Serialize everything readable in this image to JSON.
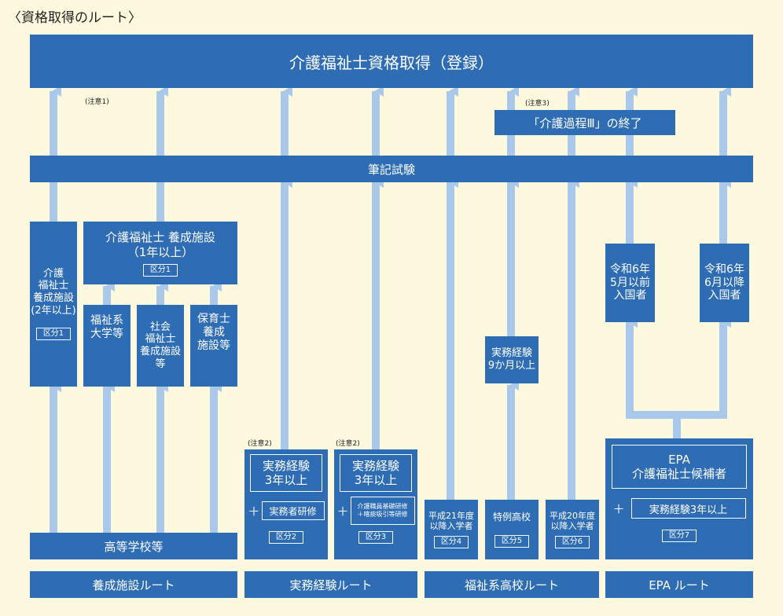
{
  "title": "〈資格取得のルート〉",
  "top_box": "介護福祉士資格取得（登録）",
  "exam": "筆記試験",
  "course3": "「介護過程Ⅲ」の終了",
  "notes": {
    "n1": "(注意1)",
    "n2": "(注意2)",
    "n3": "(注意3)"
  },
  "yosei2": {
    "lines": [
      "介護",
      "福祉士",
      "養成施設",
      "(2年以上)"
    ],
    "kubun": "区分1"
  },
  "yosei1": {
    "line1": "介護福祉士 養成施設",
    "line2": "（1年以上）",
    "kubun": "区分1"
  },
  "fukushi_univ": [
    "福祉系",
    "大学等"
  ],
  "shakai": [
    "社会",
    "福祉士",
    "養成施設",
    "等"
  ],
  "hoiku": [
    "保育士",
    "養成",
    "施設等"
  ],
  "high_school": "高等学校等",
  "jitsumu2": {
    "exp": [
      "実務経験",
      "3年以上"
    ],
    "plus": "＋",
    "training": "実務者研修",
    "kubun": "区分2"
  },
  "jitsumu3": {
    "exp": [
      "実務経験",
      "3年以上"
    ],
    "plus": "＋",
    "training": [
      "介護職員基礎研修",
      "＋喀痰吸引等研修"
    ],
    "kubun": "区分3"
  },
  "k4": {
    "lines": [
      "平成21年度",
      "以降入学者"
    ],
    "kubun": "区分4"
  },
  "k5": {
    "lines": [
      "特例高校"
    ],
    "kubun": "区分5"
  },
  "k6": {
    "lines": [
      "平成20年度",
      "以降入学者"
    ],
    "kubun": "区分6"
  },
  "exp9": [
    "実務経験",
    "9か月以上"
  ],
  "epa_before": [
    "令和6年",
    "5月以前",
    "入国者"
  ],
  "epa_after": [
    "令和6年",
    "6月以降",
    "入国者"
  ],
  "epa": {
    "line1": "EPA",
    "line2": "介護福祉士候補者",
    "plus": "＋",
    "exp": "実務経験3年以上",
    "kubun": "区分7"
  },
  "routes": [
    "養成施設ルート",
    "実務経験ルート",
    "福祉系高校ルート",
    "EPA ルート"
  ]
}
